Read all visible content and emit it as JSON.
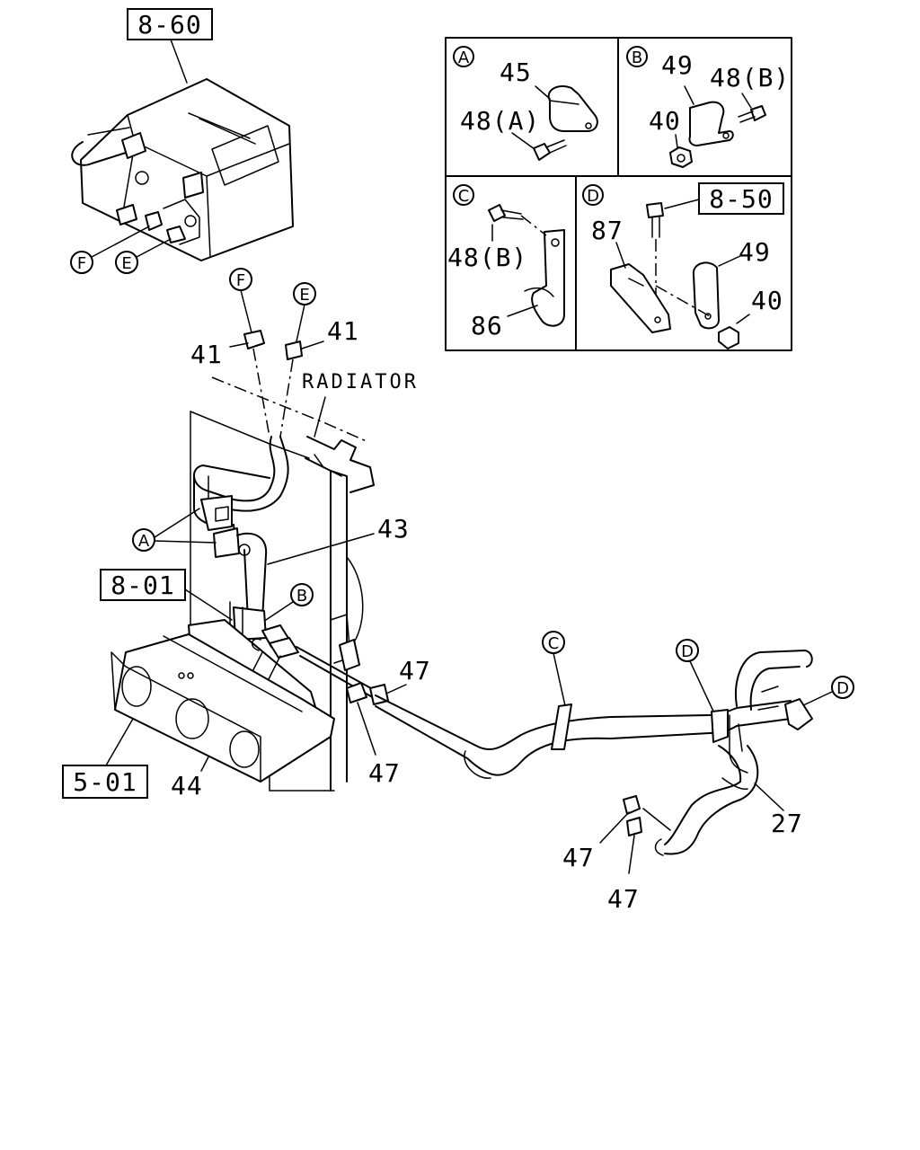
{
  "refs": {
    "r860": "8-60",
    "r850": "8-50",
    "r801": "8-01",
    "r501": "5-01"
  },
  "text": {
    "radiator": "RADIATOR"
  },
  "callouts": {
    "A": "A",
    "B": "B",
    "C": "C",
    "D": "D",
    "E": "E",
    "F": "F"
  },
  "parts": {
    "p45": "45",
    "p48a": "48(A)",
    "p49": "49",
    "p48b": "48(B)",
    "p40": "40",
    "p87": "87",
    "p86": "86",
    "p41": "41",
    "p43": "43",
    "p44": "44",
    "p47": "47",
    "p27": "27"
  }
}
